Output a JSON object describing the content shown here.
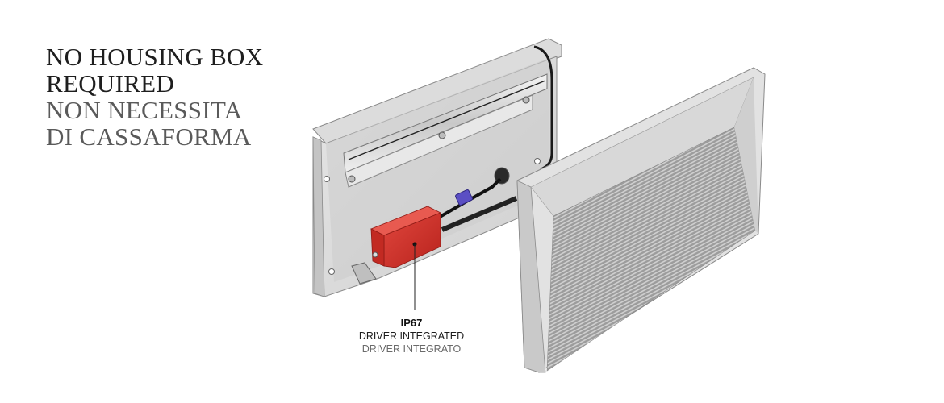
{
  "headline": {
    "lines_en": [
      "NO HOUSING BOX",
      "REQUIRED"
    ],
    "lines_it": [
      "NON NECESSITA",
      "DI CASSAFORMA"
    ]
  },
  "callout": {
    "code": "IP67",
    "label_en": "DRIVER INTEGRATED",
    "label_it": "DRIVER INTEGRATO"
  },
  "illustration": {
    "components": [
      "mounting-plate",
      "mounting-rail",
      "cable",
      "connector",
      "driver-box",
      "louvered-front-cover"
    ],
    "colors": {
      "driver": "#d9312b",
      "metal": "#d6d6d6",
      "metal_dark": "#a9a9a9",
      "connector": "#5b4fc4",
      "cable": "#1a1a1a"
    }
  }
}
